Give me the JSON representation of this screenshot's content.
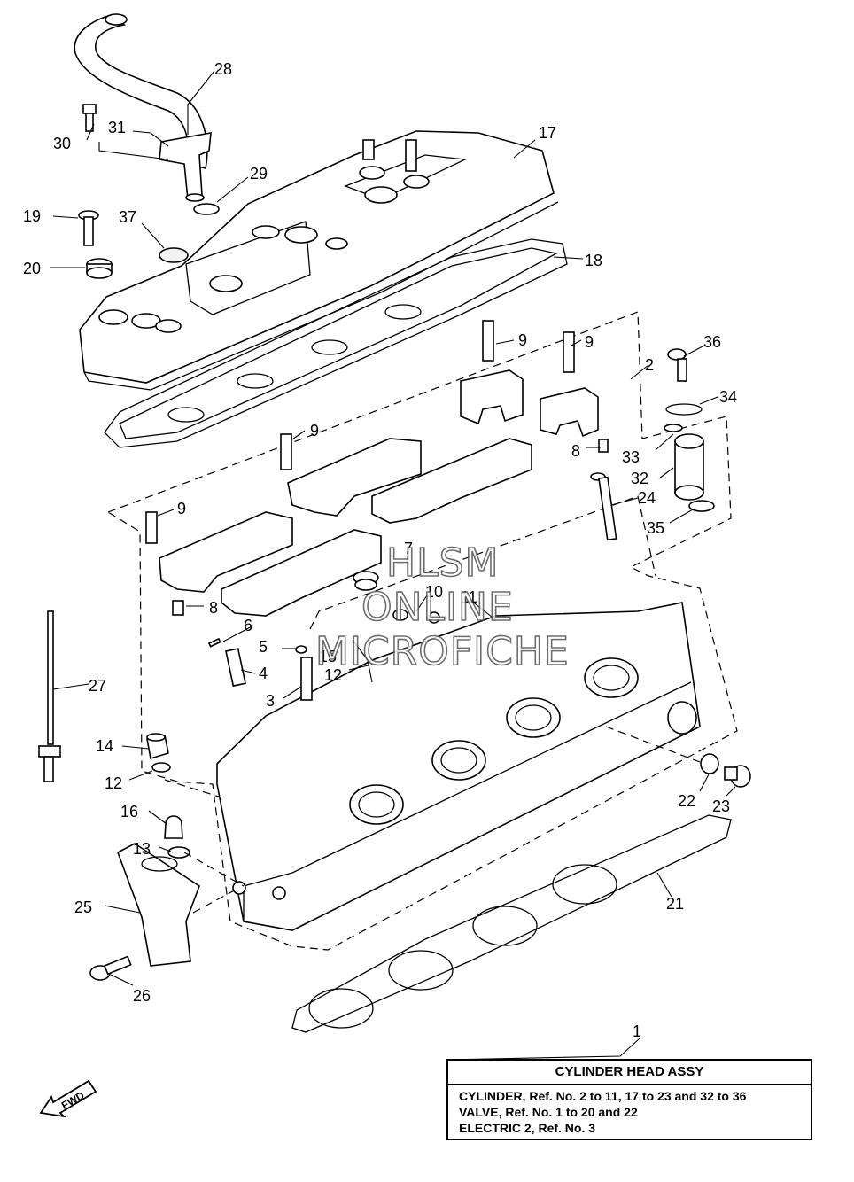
{
  "callouts": {
    "c1": "1",
    "c2": "2",
    "c3": "3",
    "c4": "4",
    "c5": "5",
    "c6": "6",
    "c7": "7",
    "c8a": "8",
    "c8b": "8",
    "c9a": "9",
    "c9b": "9",
    "c9c": "9",
    "c9d": "9",
    "c10": "10",
    "c11": "11",
    "c12a": "12",
    "c12b": "12",
    "c13": "13",
    "c14": "14",
    "c15": "15",
    "c16": "16",
    "c17": "17",
    "c18": "18",
    "c19": "19",
    "c20": "20",
    "c21": "21",
    "c22": "22",
    "c23": "23",
    "c24": "24",
    "c25": "25",
    "c26": "26",
    "c27": "27",
    "c28": "28",
    "c29": "29",
    "c30": "30",
    "c31": "31",
    "c32": "32",
    "c33": "33",
    "c34": "34",
    "c35": "35",
    "c36": "36",
    "c37": "37"
  },
  "watermark": {
    "line1": "HLSM",
    "line2": "ONLINE",
    "line3": "MICROFICHE"
  },
  "legend": {
    "title": "CYLINDER HEAD ASSY",
    "lines": [
      "CYLINDER, Ref. No. 2 to 11, 17 to 23 and 32 to 36",
      "VALVE, Ref. No. 1 to 20 and 22",
      "ELECTRIC 2,  Ref. No. 3"
    ]
  },
  "fwd_label": "FWD"
}
